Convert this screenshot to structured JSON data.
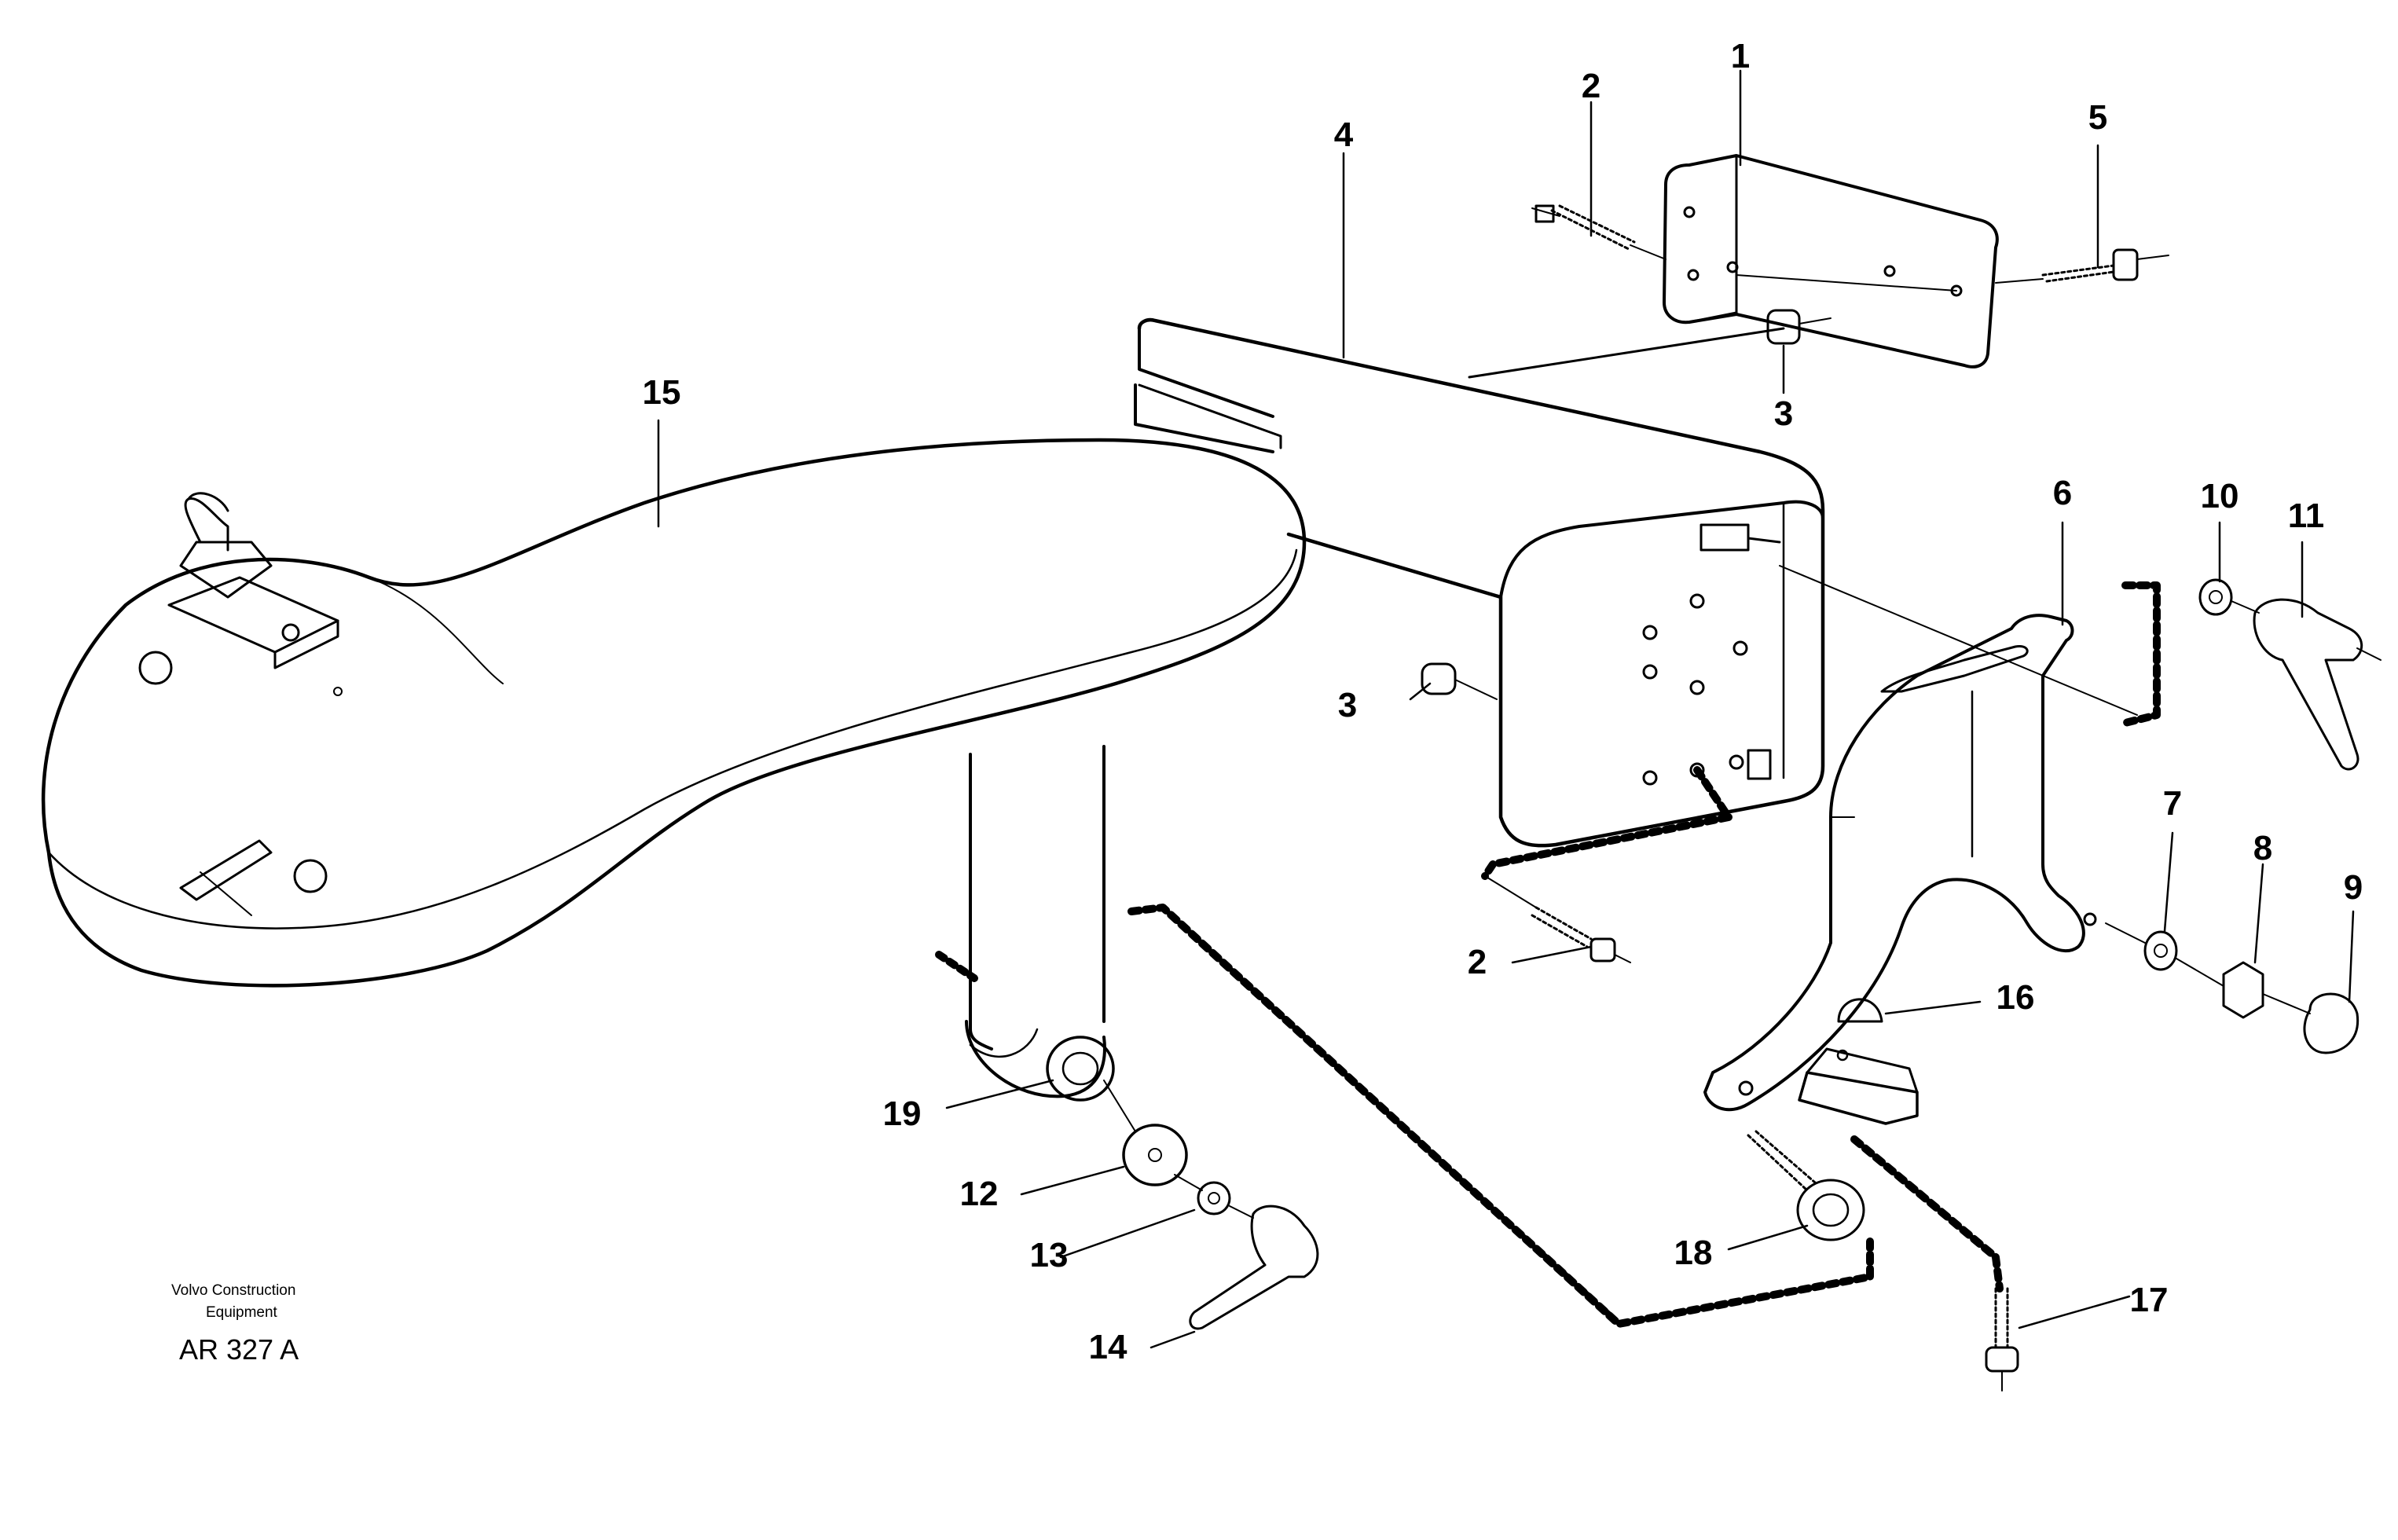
{
  "callouts": {
    "c1": "1",
    "c2a": "2",
    "c2b": "2",
    "c3a": "3",
    "c3b": "3",
    "c4": "4",
    "c5": "5",
    "c6": "6",
    "c7": "7",
    "c8": "8",
    "c9": "9",
    "c10": "10",
    "c11": "11",
    "c12": "12",
    "c13": "13",
    "c14": "14",
    "c15": "15",
    "c16": "16",
    "c17": "17",
    "c18": "18",
    "c19": "19"
  },
  "caption": {
    "company_line1": "Volvo Construction",
    "company_line2": "Equipment",
    "code": "AR 327 A"
  },
  "colors": {
    "ink": "#000000",
    "paper": "#ffffff"
  }
}
